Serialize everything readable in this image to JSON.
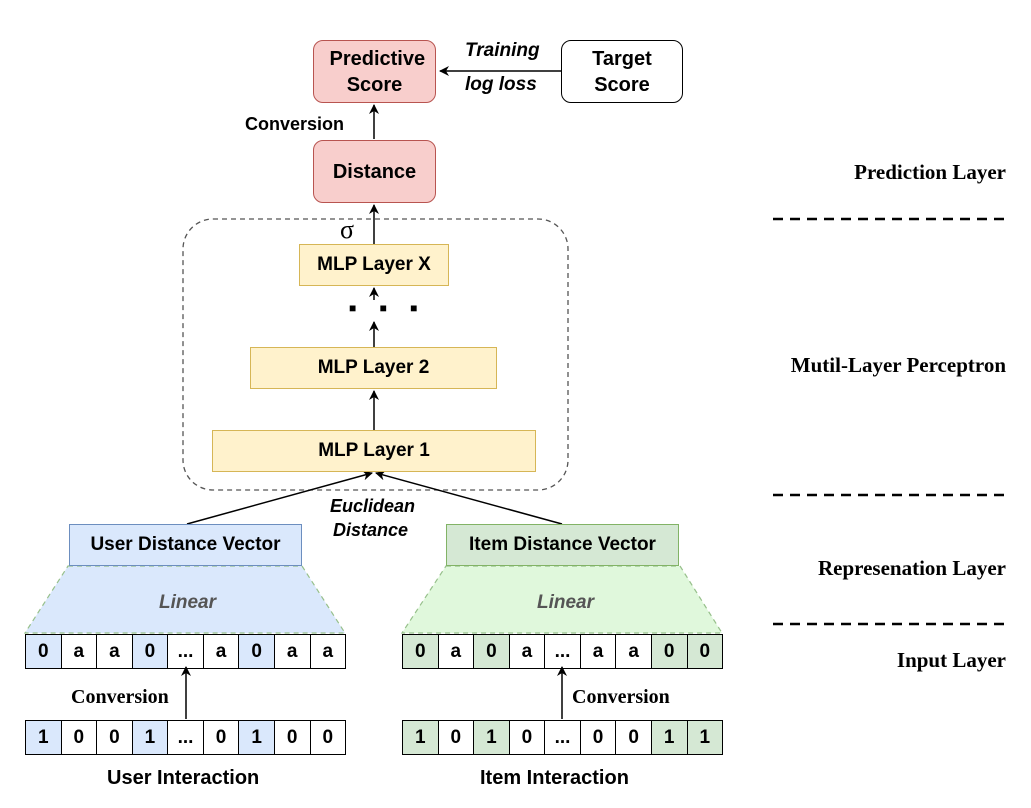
{
  "prediction": {
    "predictive_score": "Predictive Score",
    "target_score": "Target Score",
    "training_label": "Training",
    "log_loss_label": "log loss",
    "conversion_label": "Conversion",
    "distance": "Distance",
    "sigma": "σ"
  },
  "mlp": {
    "layers": [
      "MLP Layer X",
      "MLP Layer 2",
      "MLP Layer 1"
    ],
    "ellipsis": "■ ■ ■"
  },
  "representation": {
    "euclidean_line1": "Euclidean",
    "euclidean_line2": "Distance",
    "user_vector": "User Distance Vector",
    "item_vector": "Item Distance Vector",
    "linear": "Linear"
  },
  "input": {
    "user_embedding": [
      "0",
      "a",
      "a",
      "0",
      "...",
      "a",
      "0",
      "a",
      "a"
    ],
    "user_embedding_highlight": [
      0,
      3,
      6
    ],
    "item_embedding": [
      "0",
      "a",
      "0",
      "a",
      "...",
      "a",
      "a",
      "0",
      "0"
    ],
    "item_embedding_highlight": [
      0,
      2,
      7,
      8
    ],
    "user_interaction": [
      "1",
      "0",
      "0",
      "1",
      "...",
      "0",
      "1",
      "0",
      "0"
    ],
    "user_interaction_highlight": [
      0,
      3,
      6
    ],
    "item_interaction": [
      "1",
      "0",
      "1",
      "0",
      "...",
      "0",
      "0",
      "1",
      "1"
    ],
    "item_interaction_highlight": [
      0,
      2,
      7,
      8
    ],
    "conversion_label": "Conversion",
    "user_interaction_label": "User Interaction",
    "item_interaction_label": "Item Interaction"
  },
  "layer_labels": {
    "prediction": "Prediction Layer",
    "mlp": "Mutil-Layer Perceptron",
    "representation": "Represenation Layer",
    "input": "Input Layer"
  },
  "colors": {
    "red_fill": "#f8cecc",
    "yellow_fill": "#fff2cc",
    "blue_fill": "#dae8fc",
    "green_fill": "#d5e8d4"
  }
}
